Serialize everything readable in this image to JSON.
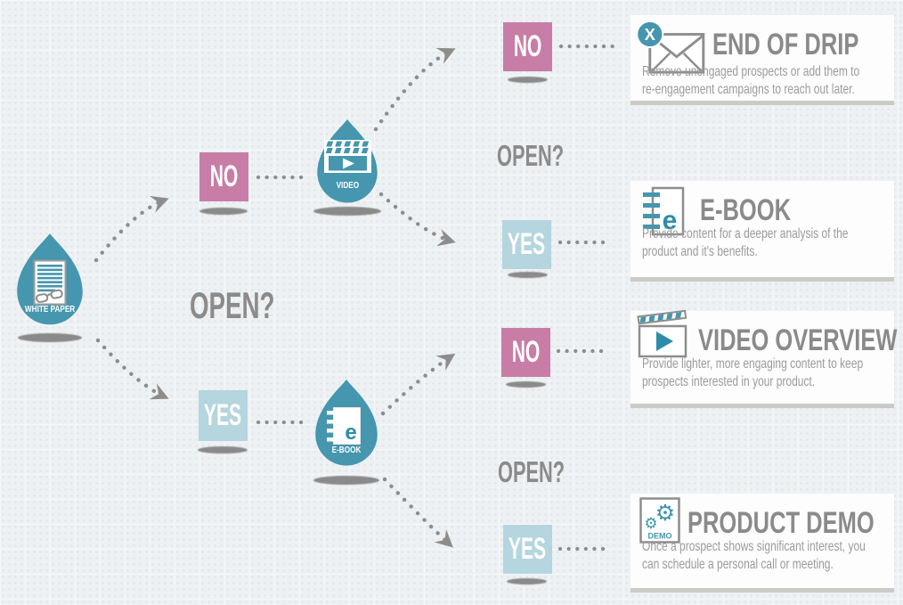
{
  "palette": {
    "teal": "#4596ae",
    "teal_dark": "#2d8cab",
    "pink": "#c87da7",
    "light_blue": "#b5d5df",
    "heading_gray": "#8a8a8a",
    "description_gray": "#9b9b9b",
    "connector_gray": "#8d8d8d",
    "background": "#eef1f3",
    "card_background": "#fdfdfd"
  },
  "flow": {
    "root": {
      "label": "WHITE PAPER",
      "icon": "white-paper-document-icon"
    },
    "question": "OPEN?",
    "no": "NO",
    "yes": "YES",
    "branches": [
      {
        "label": "VIDEO",
        "icon": "video-clapperboard-icon"
      },
      {
        "label": "E-BOOK",
        "icon": "ebook-icon"
      }
    ]
  },
  "icons": {
    "close_x": "X",
    "ebook_letter": "e",
    "gear": "⚙",
    "demo_label": "DEMO"
  },
  "cards": [
    {
      "title": "END OF DRIP",
      "icon": "envelope-x-icon",
      "description": "Remove unengaged prospects or add them to\nre-engagement campaigns to reach out later."
    },
    {
      "title": "E-BOOK",
      "icon": "ebook-icon",
      "description": "Provide content for a deeper analysis of the\nproduct and it's benefits."
    },
    {
      "title": "VIDEO OVERVIEW",
      "icon": "video-clapperboard-icon",
      "description": "Provide lighter, more engaging content to keep\nprospects interested in your product."
    },
    {
      "title": "PRODUCT DEMO",
      "icon": "gears-demo-icon",
      "description": "Once a prospect shows significant interest, you\ncan schedule a personal call or meeting."
    }
  ]
}
